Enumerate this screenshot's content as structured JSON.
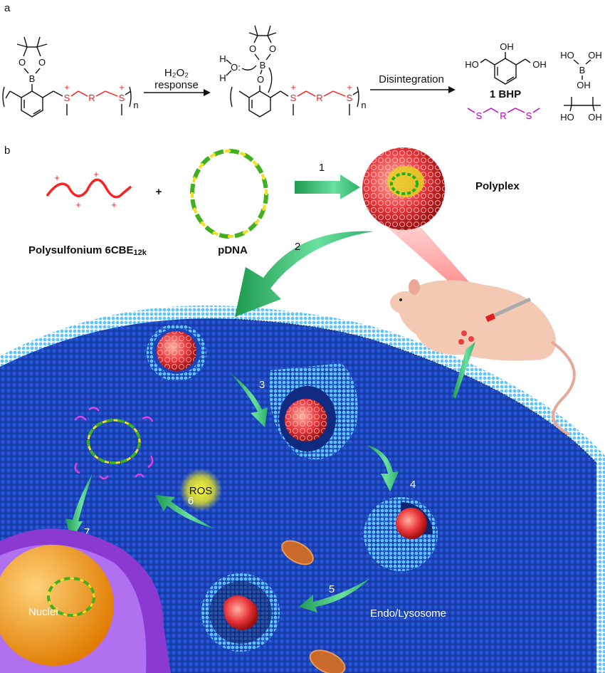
{
  "panel_a": {
    "label": "a",
    "arrow1_line1": "H₂O₂",
    "arrow1_line2": "response",
    "arrow2_label": "Disintegration",
    "product_bhp": "1 BHP",
    "atoms": {
      "O": "O",
      "B": "B",
      "S": "S",
      "R": "R",
      "n": "n",
      "plus": "+",
      "H": "H",
      "OH": "OH",
      "HO": "HO",
      "Ocolon": "O:"
    }
  },
  "panel_b": {
    "label": "b",
    "polymer_label": "Polysulfonium 6CBE",
    "polymer_sub": "12k",
    "plus_sign": "+",
    "pdna_label": "pDNA",
    "polyplex_label": "Polyplex",
    "steps": [
      "1",
      "2",
      "3",
      "4",
      "5",
      "6",
      "7"
    ],
    "ros_label": "ROS",
    "nuclei_label": "Nuclei",
    "endo_label": "Endo/Lysosome"
  },
  "colors": {
    "cation": "#ff1a1a",
    "thioether": "#c000c0",
    "cell_blue": "#1f4fd6",
    "membrane": "#4fb3f0",
    "arrow_green": "#2fd18a",
    "nucleus": "#f7a21b",
    "polyplex_red": "#e8343a"
  }
}
